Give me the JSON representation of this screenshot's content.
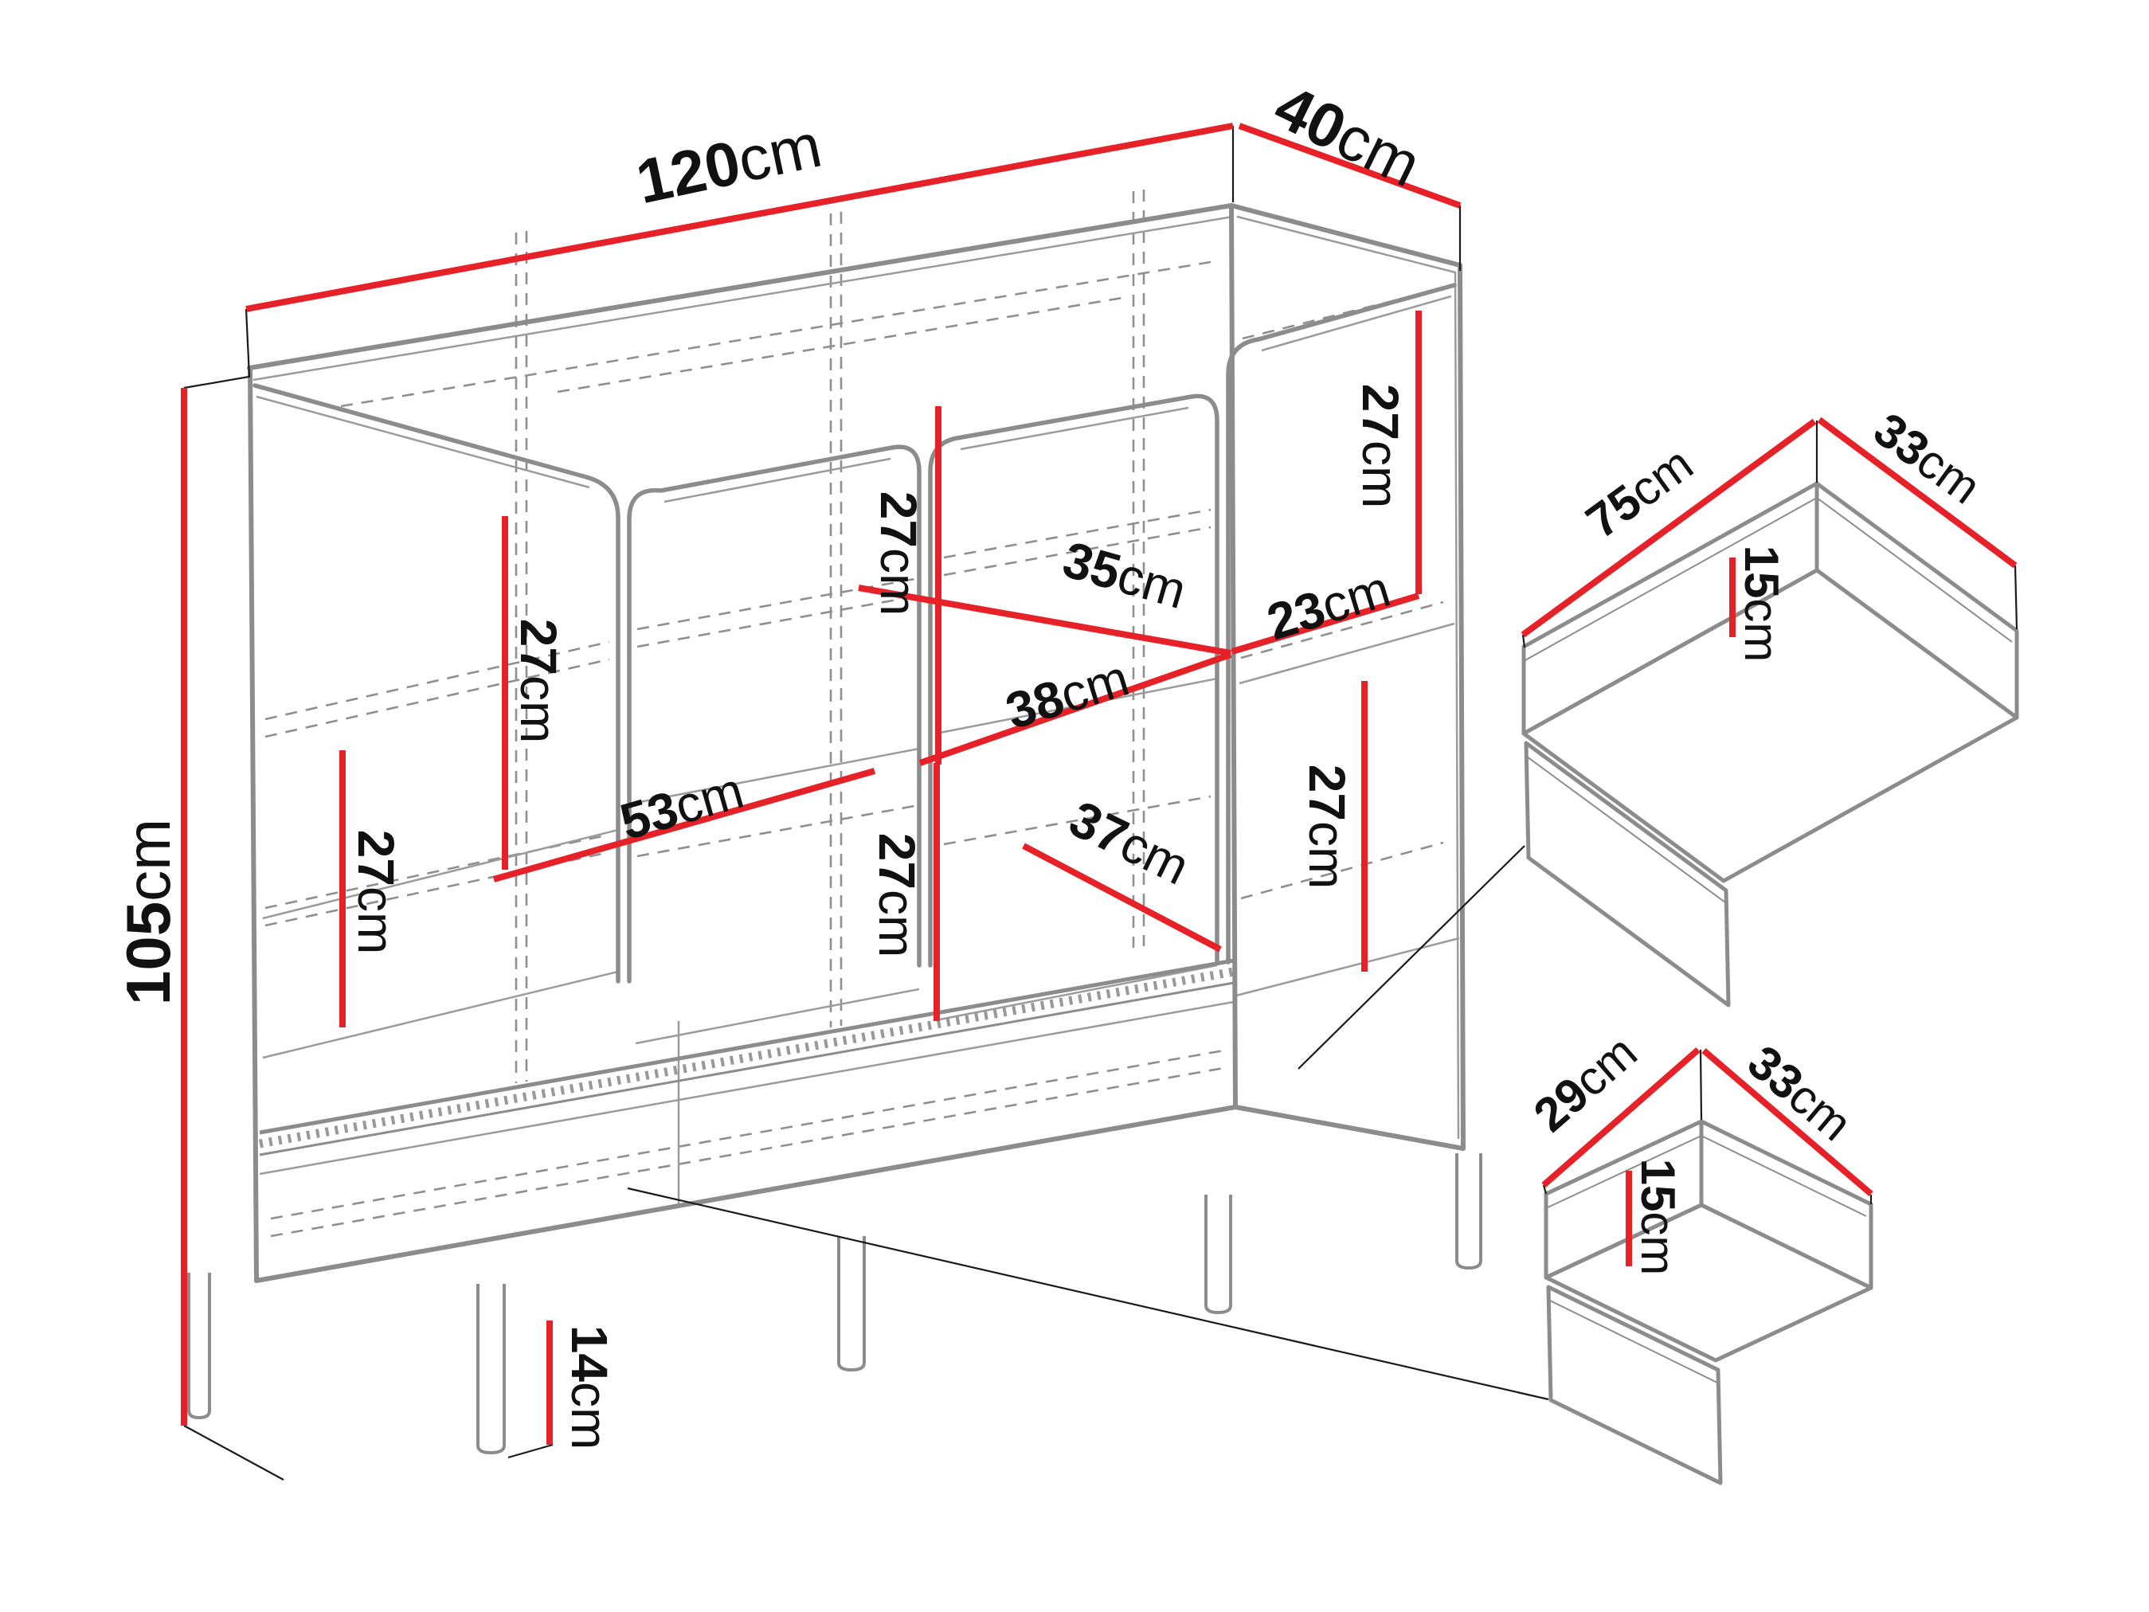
{
  "diagram": {
    "type": "furniture-dimension-drawing",
    "colors": {
      "dimension": "#e62128",
      "outline": "#8c8c8c",
      "thin_edge": "#9b9b9b",
      "hidden_edge": "#8f8f8f",
      "pointer": "#1a1a1a",
      "text": "#111111",
      "background": "#ffffff"
    },
    "cabinet": {
      "width_label": {
        "num": "120",
        "unit": "cm"
      },
      "depth_label": {
        "num": "40",
        "unit": "cm"
      },
      "height_label": {
        "num": "105",
        "unit": "cm"
      },
      "leg_height_label": {
        "num": "14",
        "unit": "cm"
      }
    },
    "interior": {
      "upper_left_height": {
        "num": "27",
        "unit": "cm"
      },
      "left_shelf_width": {
        "num": "53",
        "unit": "cm"
      },
      "upper_middle_height": {
        "num": "27",
        "unit": "cm"
      },
      "middle_back_width": {
        "num": "35",
        "unit": "cm"
      },
      "middle_front_width": {
        "num": "38",
        "unit": "cm"
      },
      "upper_right_width": {
        "num": "23",
        "unit": "cm"
      },
      "upper_right_height": {
        "num": "27",
        "unit": "cm"
      },
      "lower_left_height": {
        "num": "27",
        "unit": "cm"
      },
      "lower_middle_height": {
        "num": "27",
        "unit": "cm"
      },
      "lower_middle_width": {
        "num": "37",
        "unit": "cm"
      },
      "lower_right_height": {
        "num": "27",
        "unit": "cm"
      }
    },
    "drawer_large": {
      "width_label": {
        "num": "75",
        "unit": "cm"
      },
      "depth_label": {
        "num": "33",
        "unit": "cm"
      },
      "height_label": {
        "num": "15",
        "unit": "cm"
      }
    },
    "drawer_small": {
      "width_label": {
        "num": "29",
        "unit": "cm"
      },
      "depth_label": {
        "num": "33",
        "unit": "cm"
      },
      "height_label": {
        "num": "15",
        "unit": "cm"
      }
    }
  }
}
